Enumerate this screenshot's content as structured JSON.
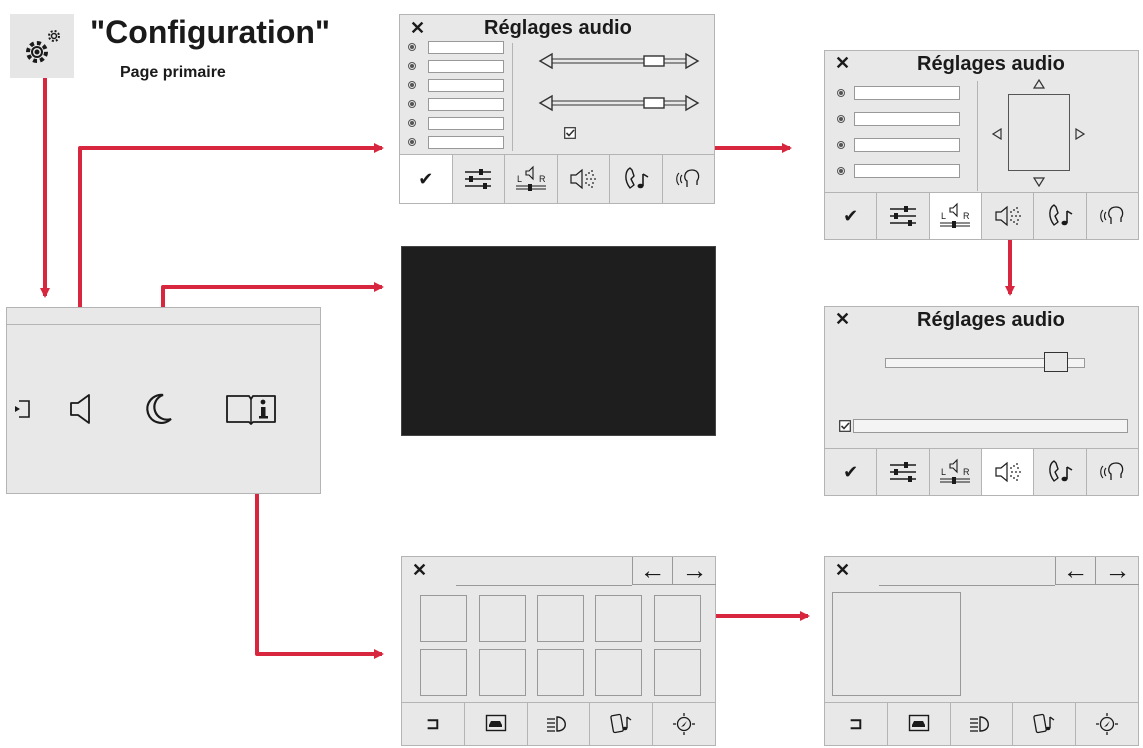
{
  "header": {
    "title": "\"Configuration\"",
    "subtitle": "Page primaire",
    "icon": "gears-icon"
  },
  "panels": {
    "audio_main": {
      "close": "✕",
      "title": "Réglages audio"
    },
    "audio_balance": {
      "close": "✕",
      "title": "Réglages audio"
    },
    "audio_loudness": {
      "close": "✕",
      "title": "Réglages audio"
    },
    "gallery": {
      "close": "✕",
      "prev": "←",
      "next": "→"
    },
    "detail": {
      "close": "✕",
      "prev": "←",
      "next": "→"
    }
  },
  "audio_tabs": [
    {
      "name": "validate-tab",
      "icon": "check-icon",
      "glyph": "✔"
    },
    {
      "name": "equalizer-tab",
      "icon": "equalizer-icon"
    },
    {
      "name": "balance-tab",
      "icon": "balance-lr-icon",
      "left": "L",
      "right": "R"
    },
    {
      "name": "sound-effects-tab",
      "icon": "speaker-sound-icon"
    },
    {
      "name": "phone-ringtone-tab",
      "icon": "phone-music-icon"
    },
    {
      "name": "voice-tab",
      "icon": "voice-icon"
    }
  ],
  "info_tabs": [
    {
      "name": "back-tab",
      "icon": "return-icon",
      "glyph": "⊐"
    },
    {
      "name": "vehicle-tab",
      "icon": "car-screen-icon"
    },
    {
      "name": "lights-tab",
      "icon": "headlight-icon"
    },
    {
      "name": "phone-tab",
      "icon": "phone-music-icon"
    },
    {
      "name": "navigation-tab",
      "icon": "navigation-icon"
    }
  ],
  "primary_menu": [
    {
      "name": "exit-item",
      "icon": "exit-icon"
    },
    {
      "name": "audio-item",
      "icon": "speaker-icon"
    },
    {
      "name": "night-mode-item",
      "icon": "moon-icon"
    },
    {
      "name": "info-item",
      "icon": "book-info-icon"
    }
  ],
  "colors": {
    "arrow": "#d7263d",
    "panel_bg": "#e8e8e8",
    "panel_border": "#b4b4b4",
    "screen_dark": "#1e1e1e"
  }
}
